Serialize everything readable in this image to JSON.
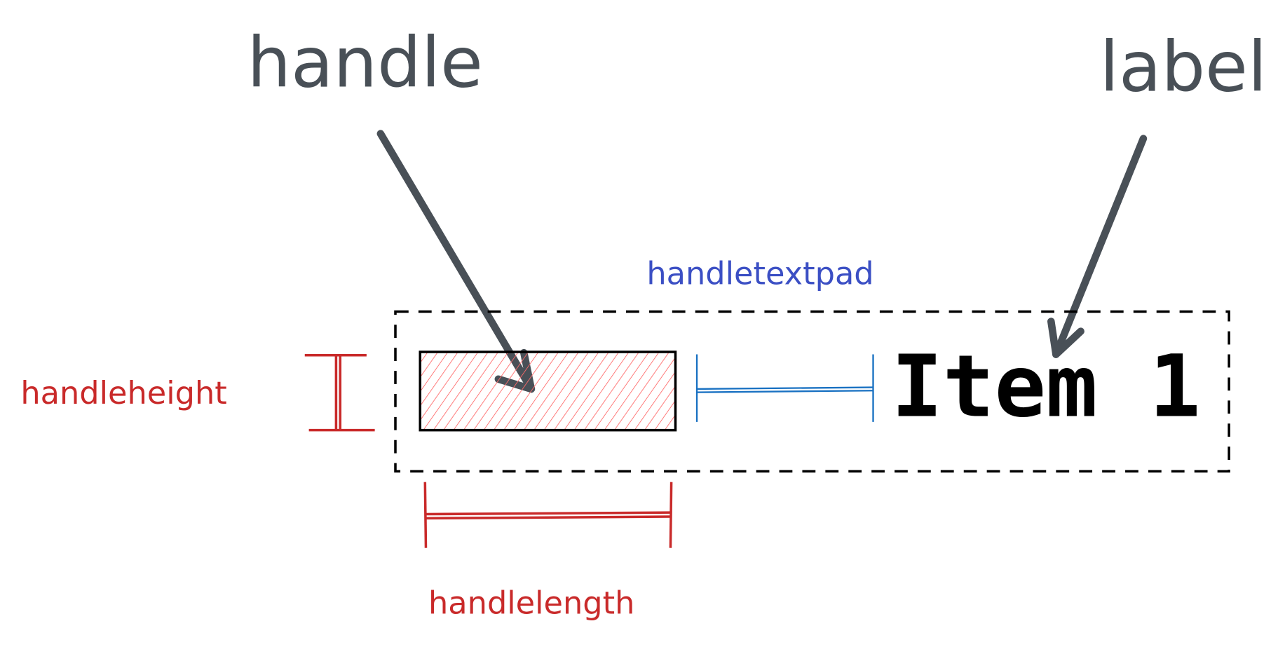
{
  "title_labels": {
    "handle": "handle",
    "label": "label"
  },
  "annotations": {
    "handletextpad": "handletextpad",
    "handleheight": "handleheight",
    "handlelength": "handlelength"
  },
  "legend_entry": {
    "text": "Item 1"
  },
  "colors": {
    "arrow": "#495057",
    "red": "#c92a2a",
    "hatch": "#ff6b6b",
    "blue": "#1971c2",
    "blue_text": "#3b4fc4"
  }
}
